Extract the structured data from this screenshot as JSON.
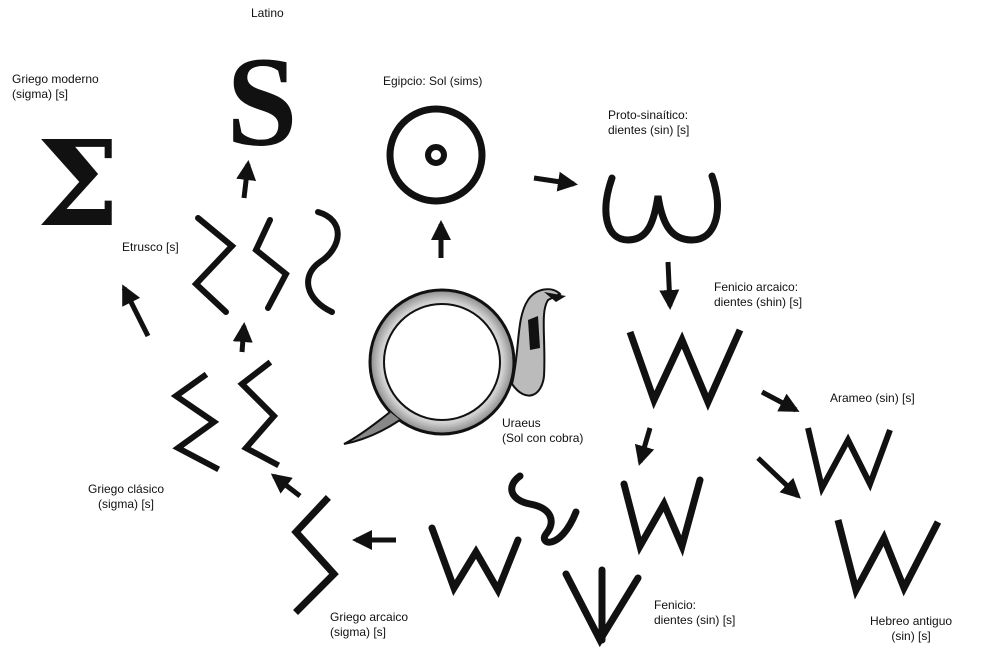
{
  "labels": {
    "latino": "Latino",
    "griego_moderno_1": "Griego moderno",
    "griego_moderno_2": "(sigma) [s]",
    "egipcio": "Egipcio: Sol (sims)",
    "proto_1": "Proto-sinaítico:",
    "proto_2": "dientes (sin) [s]",
    "etrusco": "Etrusco [s]",
    "fenicio_arcaico_1": "Fenicio arcaico:",
    "fenicio_arcaico_2": "dientes (shin) [s]",
    "arameo": "Arameo (sin) [s]",
    "uraeus_1": "Uraeus",
    "uraeus_2": "(Sol con cobra)",
    "griego_clasico_1": "Griego clásico",
    "griego_clasico_2": "(sigma) [s]",
    "griego_arcaico_1": "Griego arcaico",
    "griego_arcaico_2": "(sigma) [s]",
    "fenicio_1": "Fenicio:",
    "fenicio_2": "dientes (sin) [s]",
    "hebreo_1": "Hebreo antiguo",
    "hebreo_2": "(sin) [s]"
  },
  "glyphs": {
    "latin_s": "S",
    "greek_sigma": "Σ"
  },
  "colors": {
    "ink": "#111111",
    "paper": "#ffffff"
  }
}
